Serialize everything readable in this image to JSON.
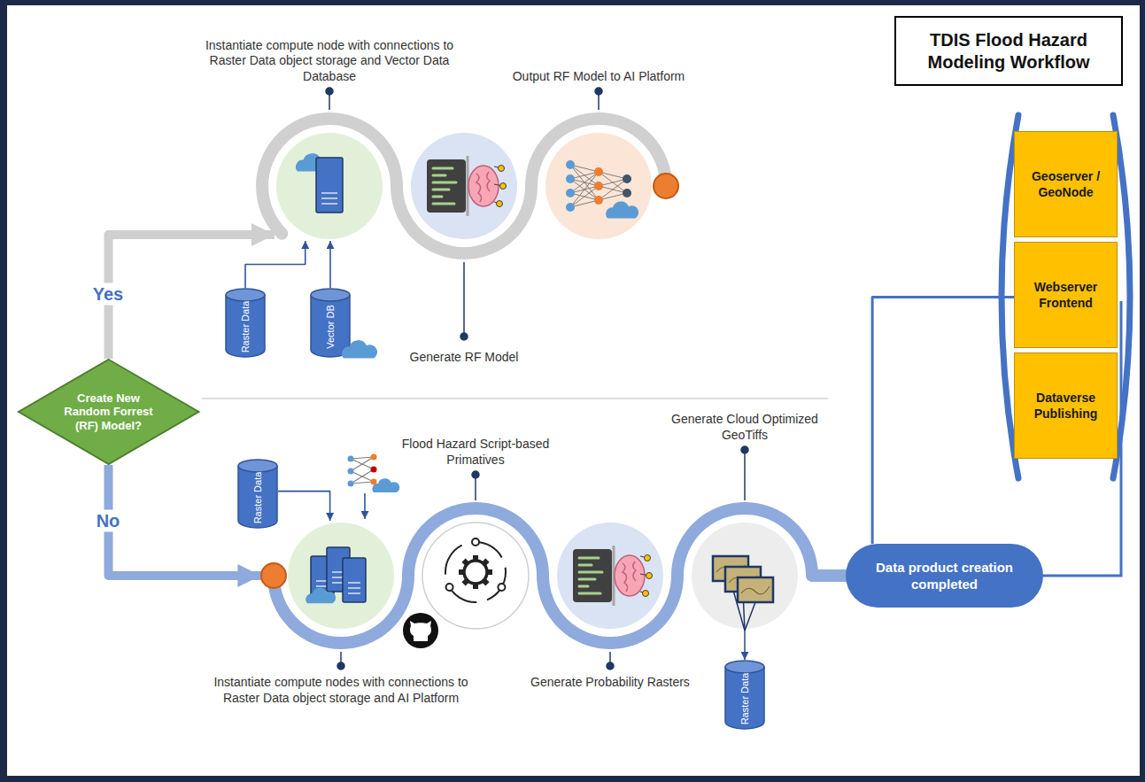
{
  "diagram": {
    "title": "TDIS Flood Hazard Modeling Workflow",
    "nodes": [
      {
        "text": [
          "Create New Random Forrest (RF) Model?"
        ]
      },
      {
        "text": [
          "Instantiate compute node with connections to Raster Data object storage and Vector Data Database"
        ]
      },
      {
        "text": [
          "Raster Data"
        ]
      },
      {
        "text": [
          "Vector DB"
        ]
      },
      {
        "text": [
          "Generate RF Model"
        ]
      },
      {
        "text": [
          "Output RF Model to AI Platform"
        ]
      },
      {
        "text": [
          "Raster Data"
        ]
      },
      {
        "text": [
          "Instantiate compute nodes with connections to Raster Data object storage and AI Platform"
        ]
      },
      {
        "text": [
          "Flood Hazard Script-based Primatives"
        ]
      },
      {
        "text": [
          "Generate Probability Rasters"
        ]
      },
      {
        "text": [
          "Generate Cloud Optimized GeoTiffs"
        ]
      },
      {
        "text": [
          "Raster Data"
        ]
      },
      {
        "text": [
          "Data product creation completed"
        ]
      },
      {
        "text": [
          "Geoserver / GeoNode"
        ]
      },
      {
        "text": [
          "Webserver Frontend"
        ]
      },
      {
        "text": [
          "Dataverse Publishing"
        ]
      }
    ],
    "edges": [
      {
        "from": 0,
        "to": 1,
        "label": "Yes",
        "arrow": "to"
      },
      {
        "from": 0,
        "to": 7,
        "label": "No",
        "arrow": "to"
      },
      {
        "from": 2,
        "to": 1,
        "arrow": "to"
      },
      {
        "from": 3,
        "to": 1,
        "arrow": "to"
      },
      {
        "from": 1,
        "to": 4,
        "arrow": "none"
      },
      {
        "from": 4,
        "to": 5,
        "arrow": "none"
      },
      {
        "from": 6,
        "to": 7,
        "arrow": "to"
      },
      {
        "from": 7,
        "to": 8,
        "arrow": "none"
      },
      {
        "from": 8,
        "to": 9,
        "arrow": "none"
      },
      {
        "from": 9,
        "to": 10,
        "arrow": "none"
      },
      {
        "from": 10,
        "to": 12,
        "arrow": "none"
      },
      {
        "from": 10,
        "to": 11,
        "arrow": "to"
      },
      {
        "from": 12,
        "to": 14,
        "arrow": "none"
      }
    ]
  }
}
